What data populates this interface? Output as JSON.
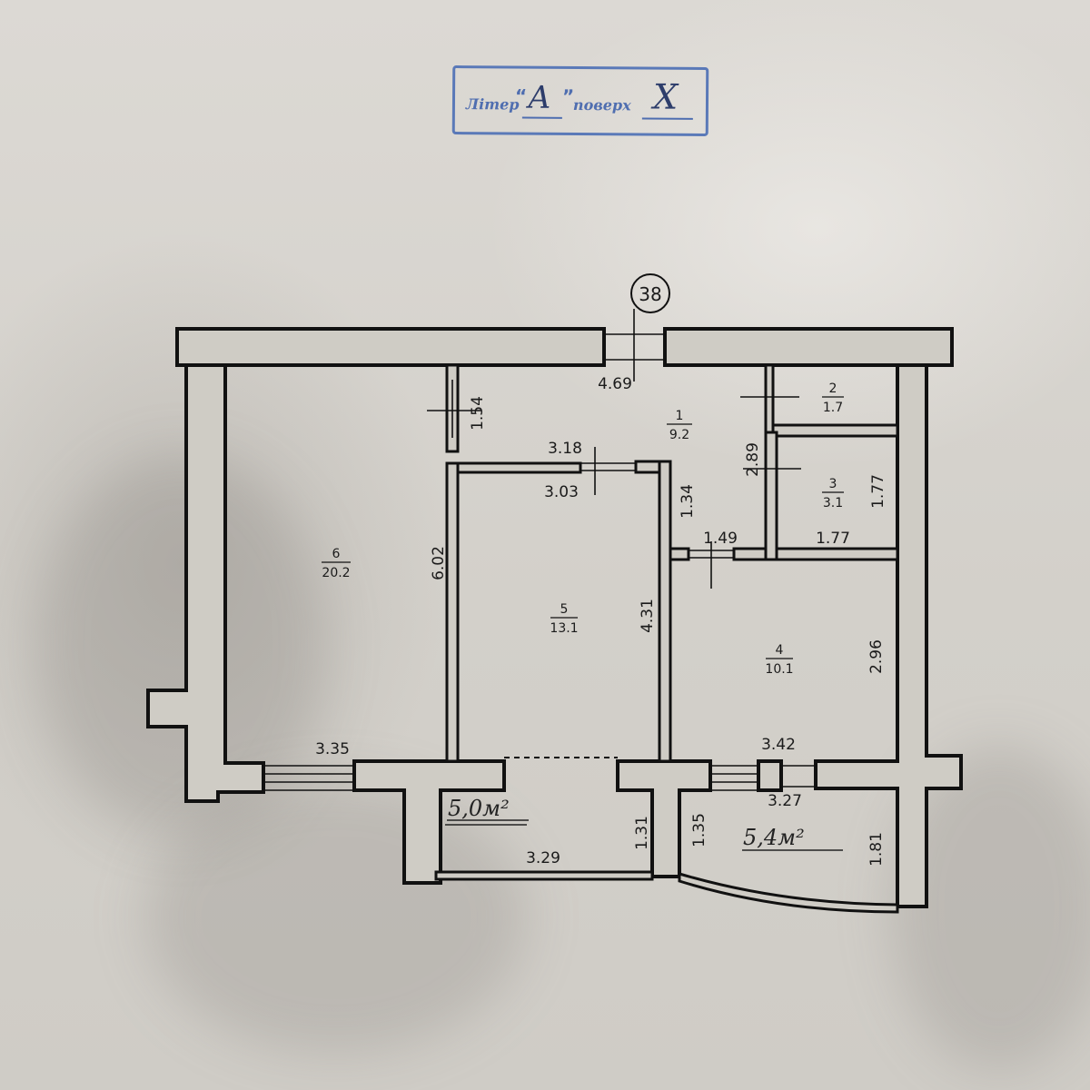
{
  "stamp": {
    "litera_label": "Літер",
    "litera_value": "А",
    "floor_label": "поверх",
    "floor_value": "Х"
  },
  "apartment_number": "38",
  "rooms": [
    {
      "number": "1",
      "area": "9.2"
    },
    {
      "number": "2",
      "area": "1.7"
    },
    {
      "number": "3",
      "area": "3.1"
    },
    {
      "number": "4",
      "area": "10.1"
    },
    {
      "number": "5",
      "area": "13.1"
    },
    {
      "number": "6",
      "area": "20.2"
    }
  ],
  "balconies": [
    {
      "area": "5,0м²"
    },
    {
      "area": "5,4м²"
    }
  ],
  "dimensions": {
    "d_4_69": "4.69",
    "d_1_54": "1.54",
    "d_3_18": "3.18",
    "d_3_03": "3.03",
    "d_1_34": "1.34",
    "d_2_89": "2.89",
    "d_1_77v": "1.77",
    "d_1_77h": "1.77",
    "d_1_49": "1.49",
    "d_6_02": "6.02",
    "d_4_31": "4.31",
    "d_2_96": "2.96",
    "d_3_35": "3.35",
    "d_3_42": "3.42",
    "d_3_27": "3.27",
    "d_1_31": "1.31",
    "d_1_35": "1.35",
    "d_3_29": "3.29",
    "d_1_81": "1.81"
  }
}
